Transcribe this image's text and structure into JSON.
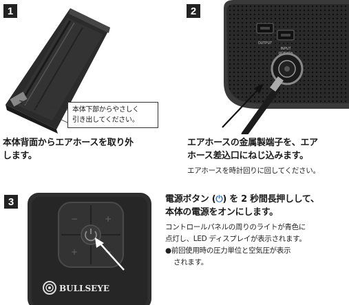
{
  "step1": {
    "number": "1",
    "callout_line1": "本体下部からやさしく",
    "callout_line2": "引き出してください。",
    "heading_line1": "本体背面からエアホースを取り外",
    "heading_line2": "します。"
  },
  "step2": {
    "number": "2",
    "port_output_label": "OUTPUT",
    "port_input_label_line1": "INPUT",
    "port_input_label_line2": "DC5V/2A",
    "heading_line1": "エアホースの金属製端子を、エア",
    "heading_line2": "ホース差込口にねじ込みます。",
    "note": "エアホースを時計回りに回してください。"
  },
  "step3": {
    "number": "3",
    "brand_logo": "BULLSEYE",
    "heading_part1": "電源ボタン (",
    "power_symbol": "⏻",
    "heading_part2": ") を 2 秒間長押しして、",
    "heading_line2": "本体の電源をオンにします。",
    "desc_line1": "コントロールパネルの周りのライトが青色に",
    "desc_line2": "点灯し、LED ディスプレイが表示されます。",
    "bullet": "●",
    "bullet_line1": "前回使用時の圧力単位と空気圧が表示",
    "bullet_line2": "されます。"
  },
  "colors": {
    "accent_blue": "#2f6fc0",
    "badge_bg": "#222222"
  }
}
